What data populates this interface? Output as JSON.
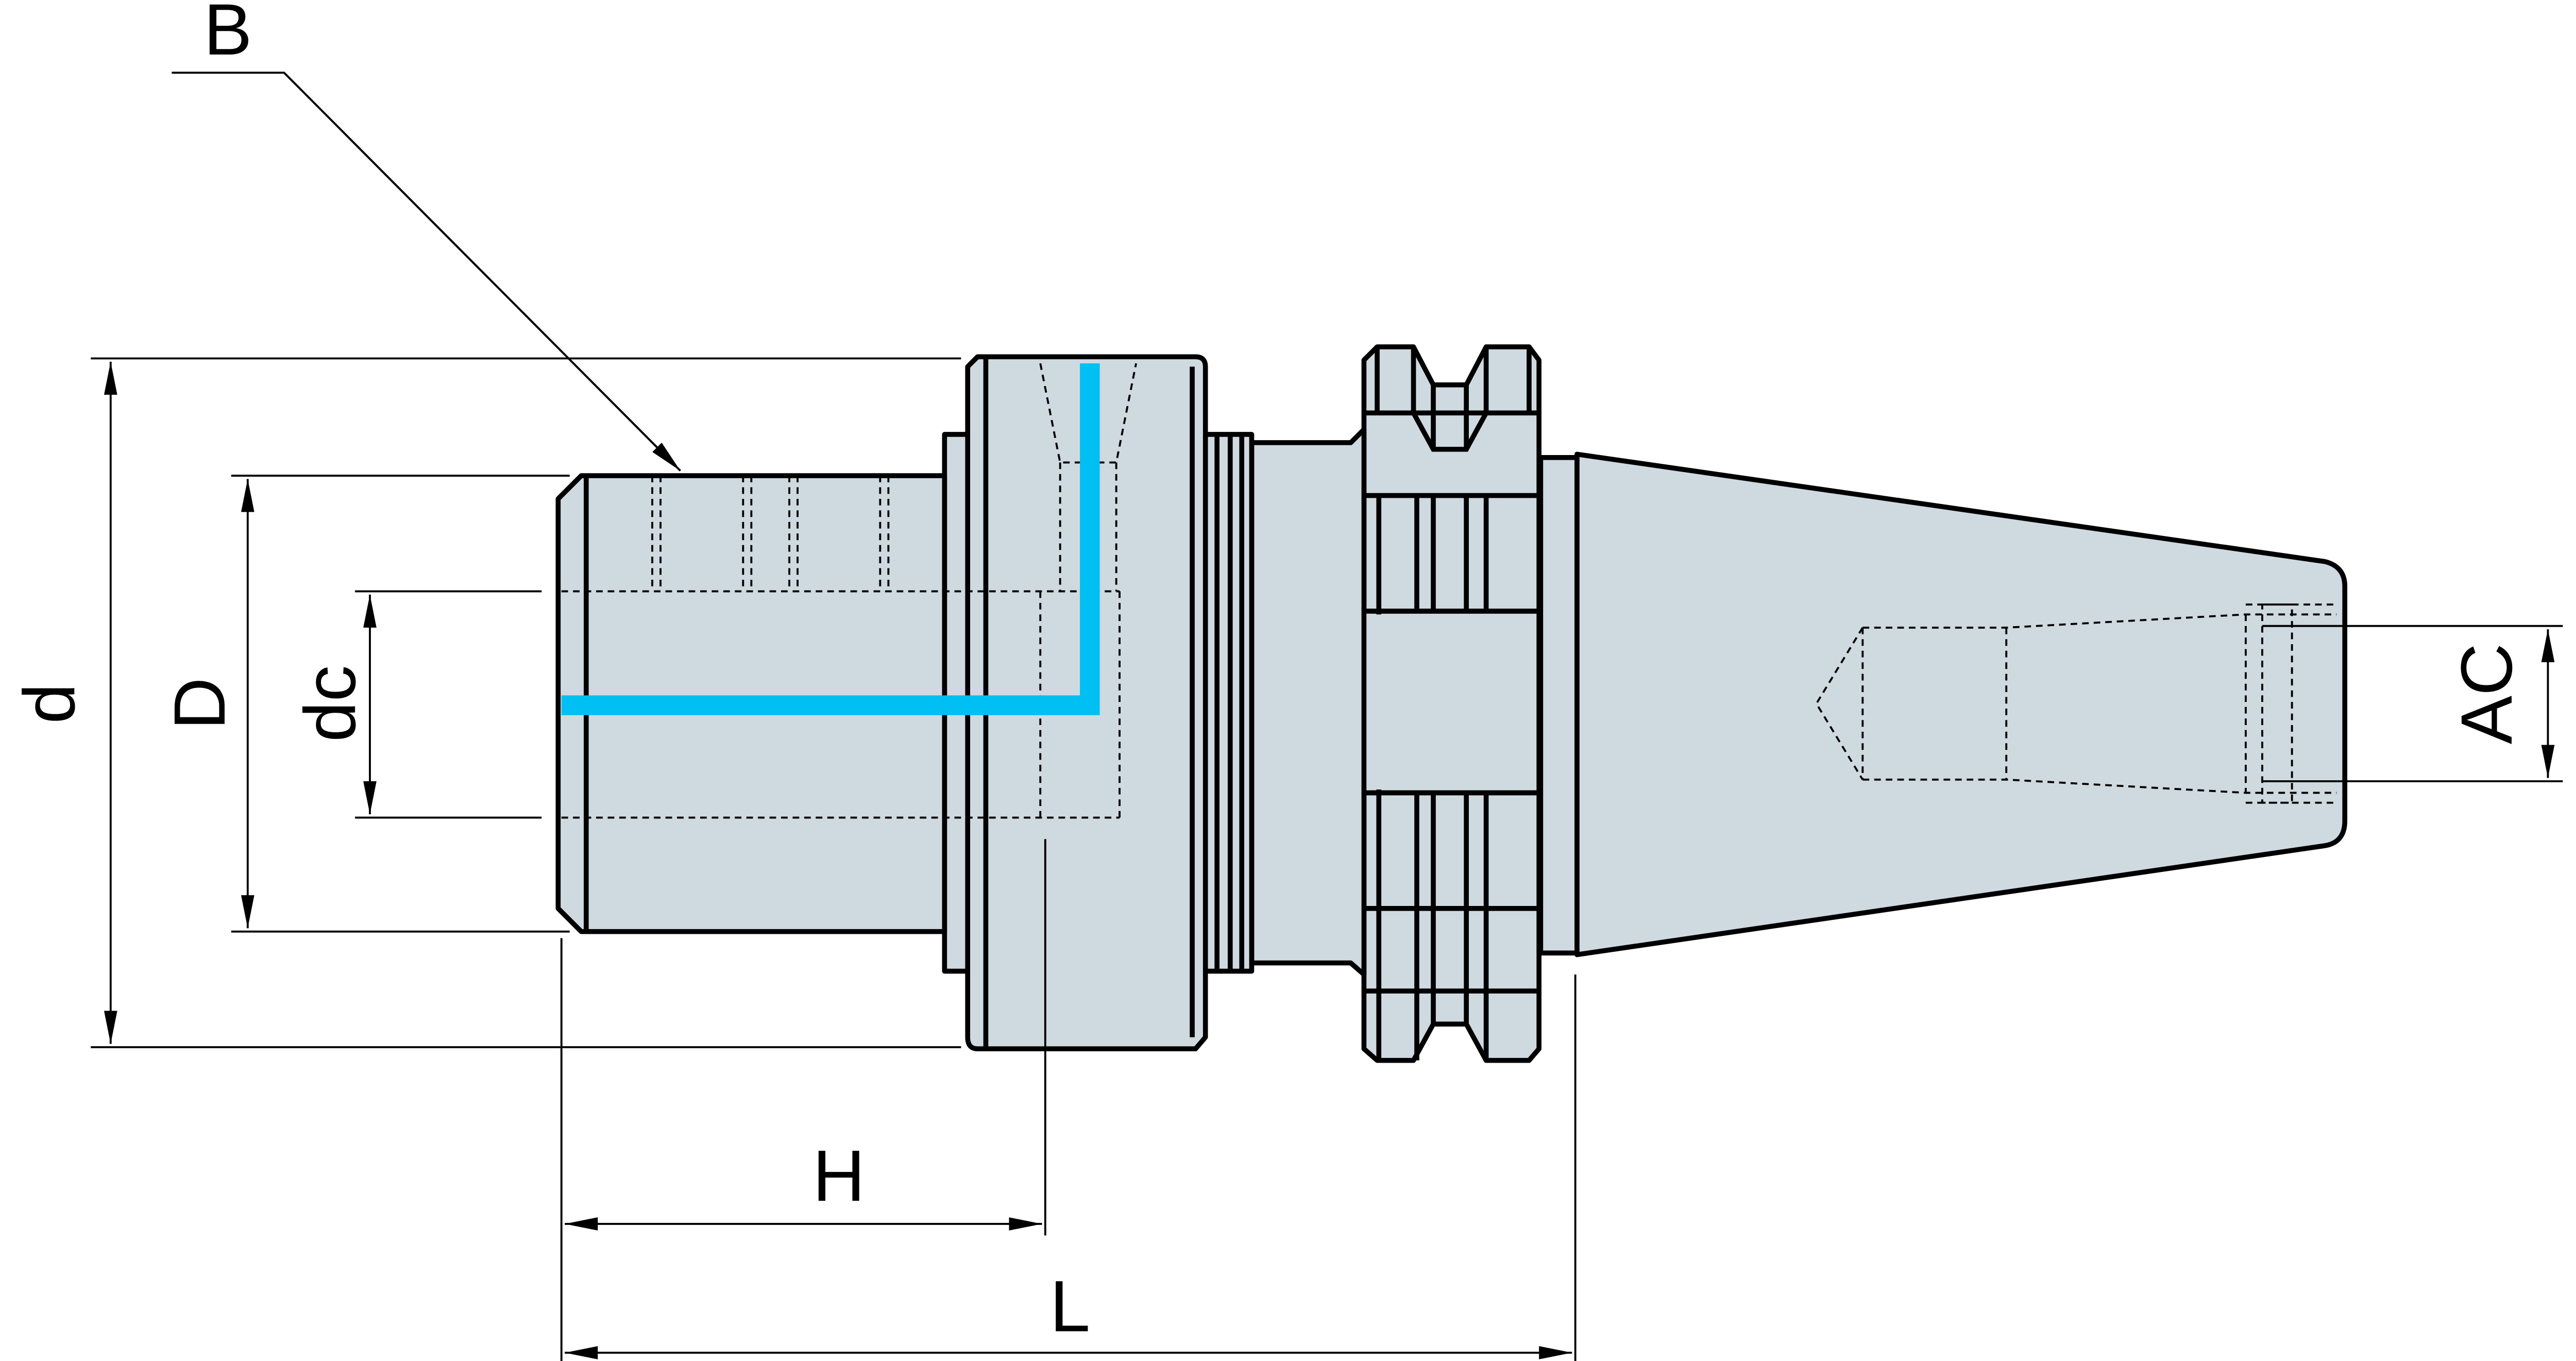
{
  "drawing": {
    "labels": {
      "B": "B",
      "d": "d",
      "D": "D",
      "dc": "dc",
      "H": "H",
      "L": "L",
      "AC": "AC"
    },
    "colors": {
      "body_fill": "#cfd9e0",
      "coolant_channel": "#00bff2",
      "outline": "#000000"
    }
  }
}
